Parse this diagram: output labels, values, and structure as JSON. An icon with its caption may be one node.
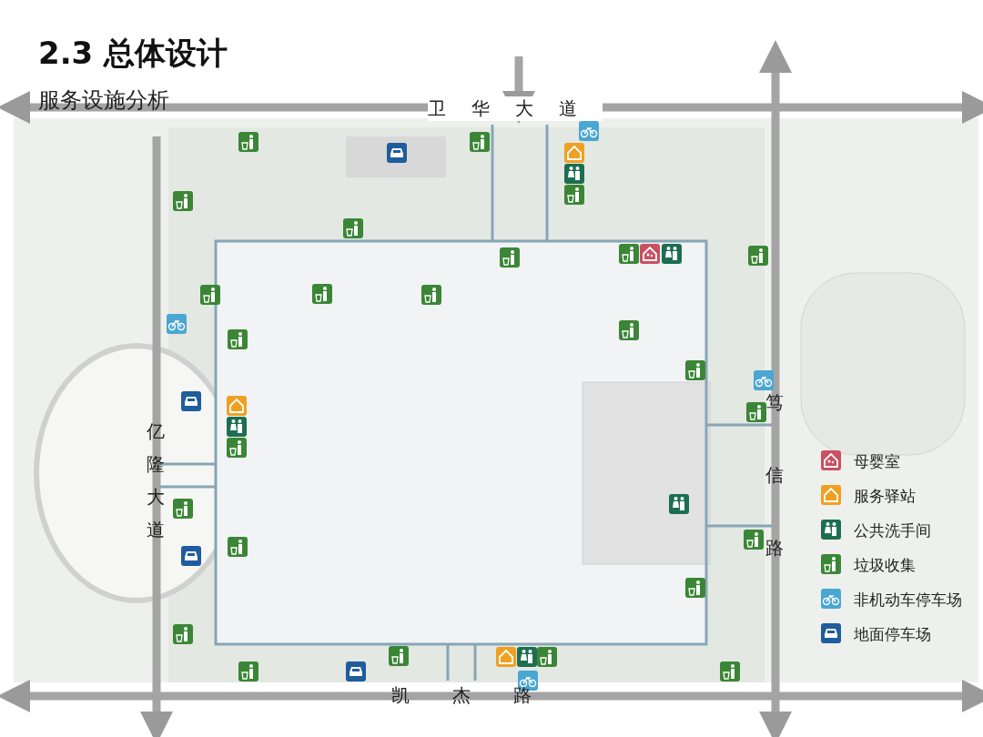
{
  "diagram": {
    "title": "2.3 总体设计",
    "labels": [
      "服务设施分析",
      "卫华大道",
      "亿隆大道",
      "笃信路",
      "凯杰路"
    ],
    "legend": [
      {
        "text": "母婴室",
        "color": "#c9505f"
      },
      {
        "text": "服务驿站",
        "color": "#efa022"
      },
      {
        "text": "公共洗手间",
        "color": "#1d6e50"
      },
      {
        "text": "垃圾收集",
        "color": "#3b8636"
      },
      {
        "text": "非机动车停车场",
        "color": "#4aa6d2"
      },
      {
        "text": "地面停车场",
        "color": "#1f5d9c"
      }
    ]
  }
}
